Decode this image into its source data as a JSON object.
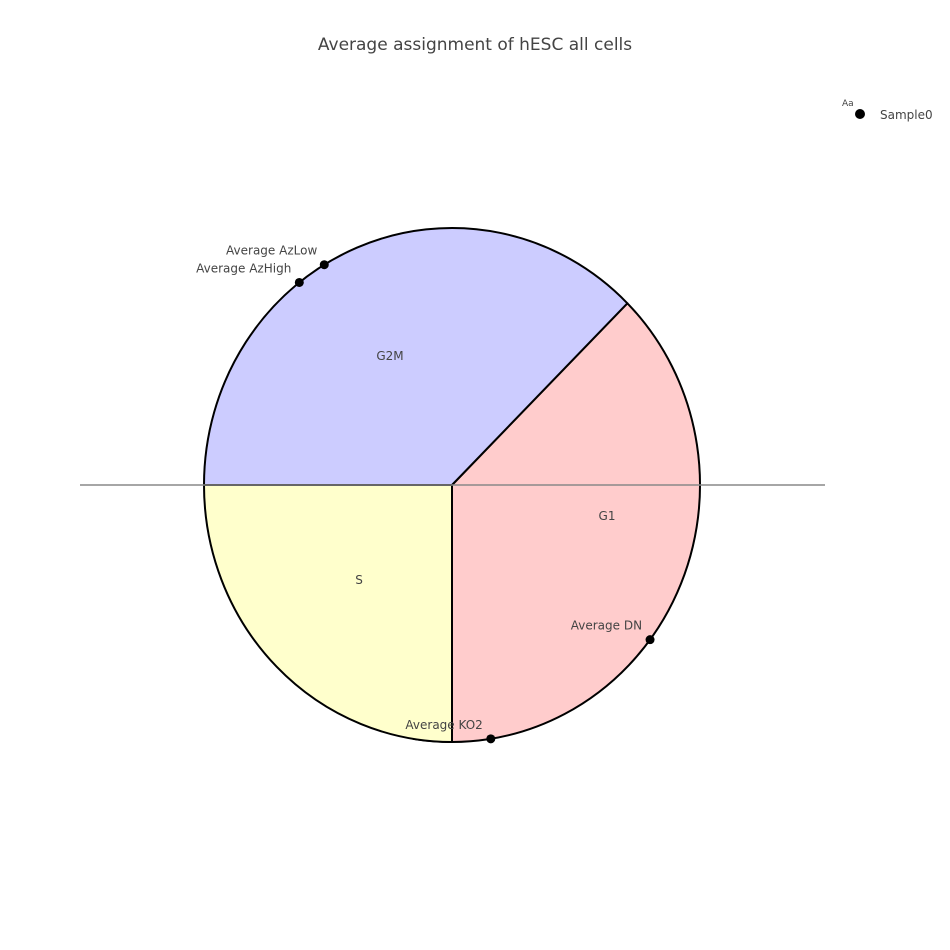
{
  "chart_data": {
    "type": "pie",
    "title": "Average assignment of hESC all cells",
    "phases": [
      {
        "name": "G1",
        "start_deg": 45,
        "end_deg": -99,
        "color": "#FFCCCC"
      },
      {
        "name": "S",
        "start_deg": -90,
        "end_deg": -180,
        "color": "#FFFFCC"
      },
      {
        "name": "G2M",
        "start_deg": 180,
        "end_deg": 45,
        "color": "#CCCCFF"
      }
    ],
    "samples": [
      {
        "name": "Average AzLow",
        "angle_deg": 121
      },
      {
        "name": "Average AzHigh",
        "angle_deg": 128
      },
      {
        "name": "Average DN",
        "angle_deg": -37
      },
      {
        "name": "Average KO2",
        "angle_deg": -81
      }
    ],
    "reference_line": "horizontal",
    "legend": {
      "marker_label": "Aa",
      "entries": [
        "Sample0"
      ],
      "position": "top-right"
    },
    "colors": {
      "outline": "#000000",
      "reference_line": "#888888",
      "marker": "#000000",
      "text": "#444444"
    }
  }
}
